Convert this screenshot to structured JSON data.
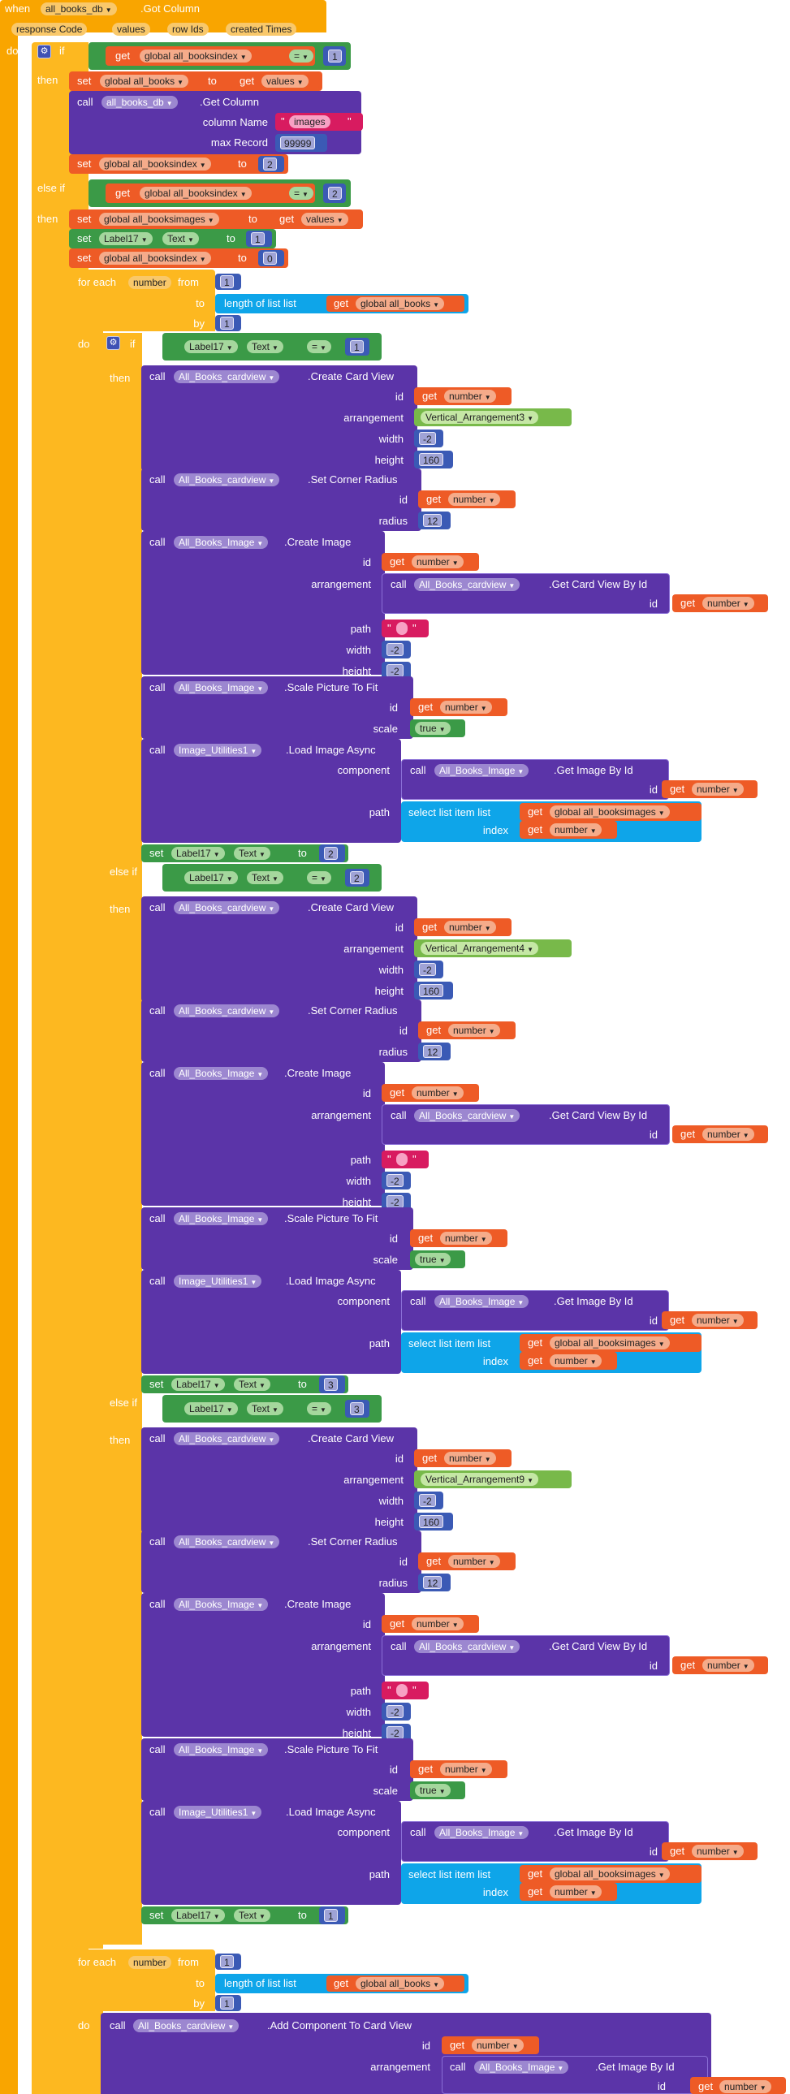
{
  "event": {
    "when": "when",
    "component": "all_books_db",
    "event_name": ".Got Column",
    "params": [
      "response Code",
      "values",
      "row Ids",
      "created Times"
    ],
    "do": "do"
  },
  "kw": {
    "if": "if",
    "then": "then",
    "else_if": "else if",
    "set": "set",
    "to": "to",
    "get": "get",
    "call": "call",
    "for_each": "for each",
    "from": "from",
    "by": "by",
    "do": "do",
    "length_of_list": "length of list  list",
    "select_list_item": "select list item  list",
    "index": "index",
    "eq": "=",
    "true": "true"
  },
  "vars": {
    "all_booksindex": "global all_booksindex",
    "all_books": "global all_books",
    "all_booksimages": "global all_booksimages",
    "values": "values",
    "number": "number"
  },
  "comps": {
    "db": "all_books_db",
    "cardview": "All_Books_cardview",
    "image": "All_Books_Image",
    "utils": "Image_Utilities1",
    "label": "Label17",
    "text_prop": "Text"
  },
  "methods": {
    "get_column": ".Get Column",
    "create_card_view": ".Create Card View",
    "set_corner_radius": ".Set Corner Radius",
    "create_image": ".Create Image",
    "get_card_view_by_id": ".Get Card View By Id",
    "scale_picture": ".Scale Picture To Fit",
    "load_image_async": ".Load Image Async",
    "get_image_by_id": ".Get Image By Id",
    "add_component": ".Add Component To Card View"
  },
  "args": {
    "column_name": "column Name",
    "max_record": "max Record",
    "id": "id",
    "arrangement": "arrangement",
    "width": "width",
    "height": "height",
    "radius": "radius",
    "path": "path",
    "scale": "scale",
    "component": "component"
  },
  "vals": {
    "images": "images",
    "max_record": "99999",
    "one": "1",
    "two": "2",
    "three": "3",
    "zero": "0",
    "neg2": "-2",
    "h160": "160",
    "r12": "12",
    "va1": "Vertical_Arrangement3",
    "va2": "Vertical_Arrangement4",
    "va3": "Vertical_Arrangement9"
  },
  "colors": {
    "event": "#f9a500",
    "control": "#fdb820",
    "procedure": "#5b34a8",
    "variable": "#ee5b26",
    "logic": "#3b9a47",
    "math": "#3b5ab5",
    "list": "#0ea5e9",
    "text": "#d81b60",
    "component": "#78b94a"
  }
}
